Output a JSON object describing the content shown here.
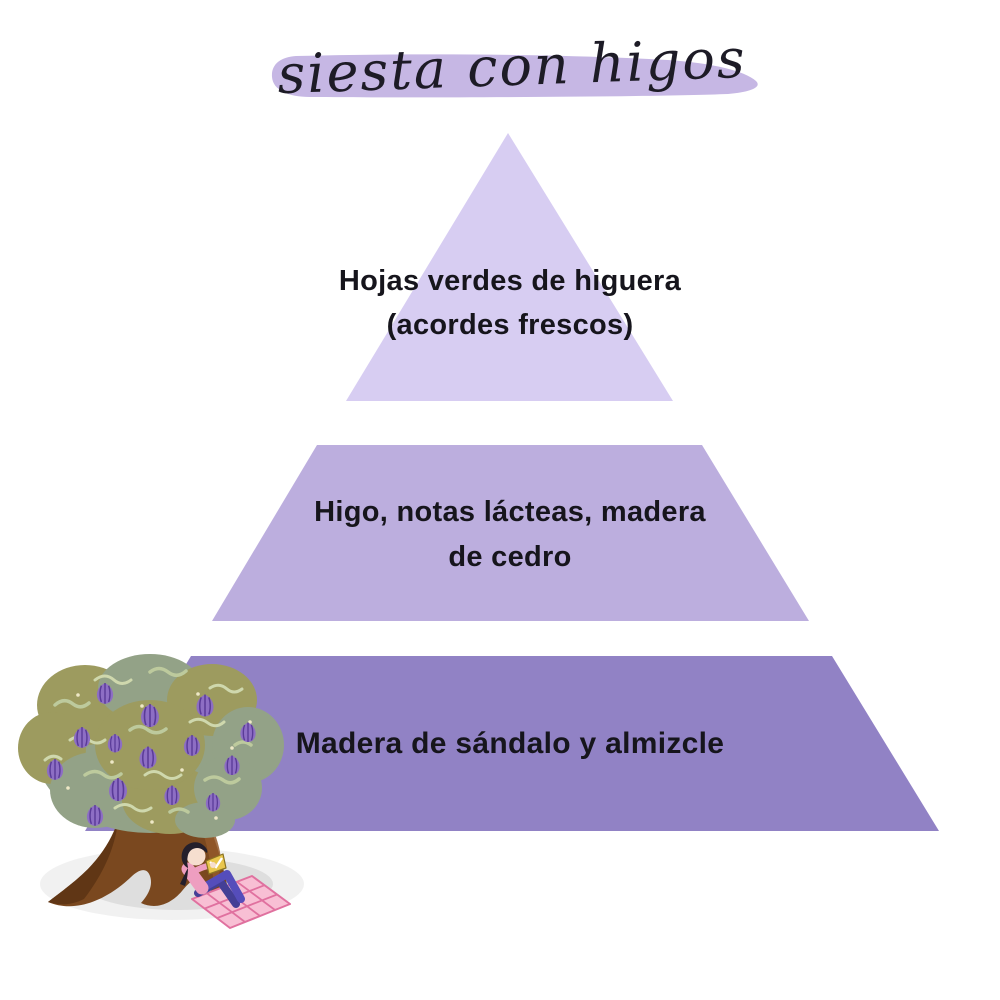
{
  "title": {
    "text": "siesta con higos",
    "highlight_color": "#c6b7e4",
    "text_color": "#1d1b26"
  },
  "pyramid": {
    "label_color": "#16151c",
    "tiers": [
      {
        "line1": "Hojas verdes de higuera",
        "line2": "(acordes frescos)",
        "color": "#d7cdf2"
      },
      {
        "line1": "Higo, notas lácteas, madera",
        "line2": "de cedro",
        "color": "#bcaede"
      },
      {
        "line1": "Madera de sándalo y almizcle",
        "color": "#9182c5"
      }
    ]
  },
  "illustration": {
    "name": "fig-tree-with-person-resting-on-blanket",
    "colors": {
      "canopy_green": "#93a287",
      "canopy_olive": "#9d9b5f",
      "fig_purple": "#8d6ec4",
      "fig_line_purple": "#5a3b98",
      "trunk_brown": "#7a481f",
      "trunk_shadow_brown": "#5d3414",
      "blanket_pink": "#f8bfd4",
      "blanket_grid_pink": "#e0719f",
      "shirt_pink": "#ee9ec0",
      "pants_purple": "#554dbb"
    }
  }
}
